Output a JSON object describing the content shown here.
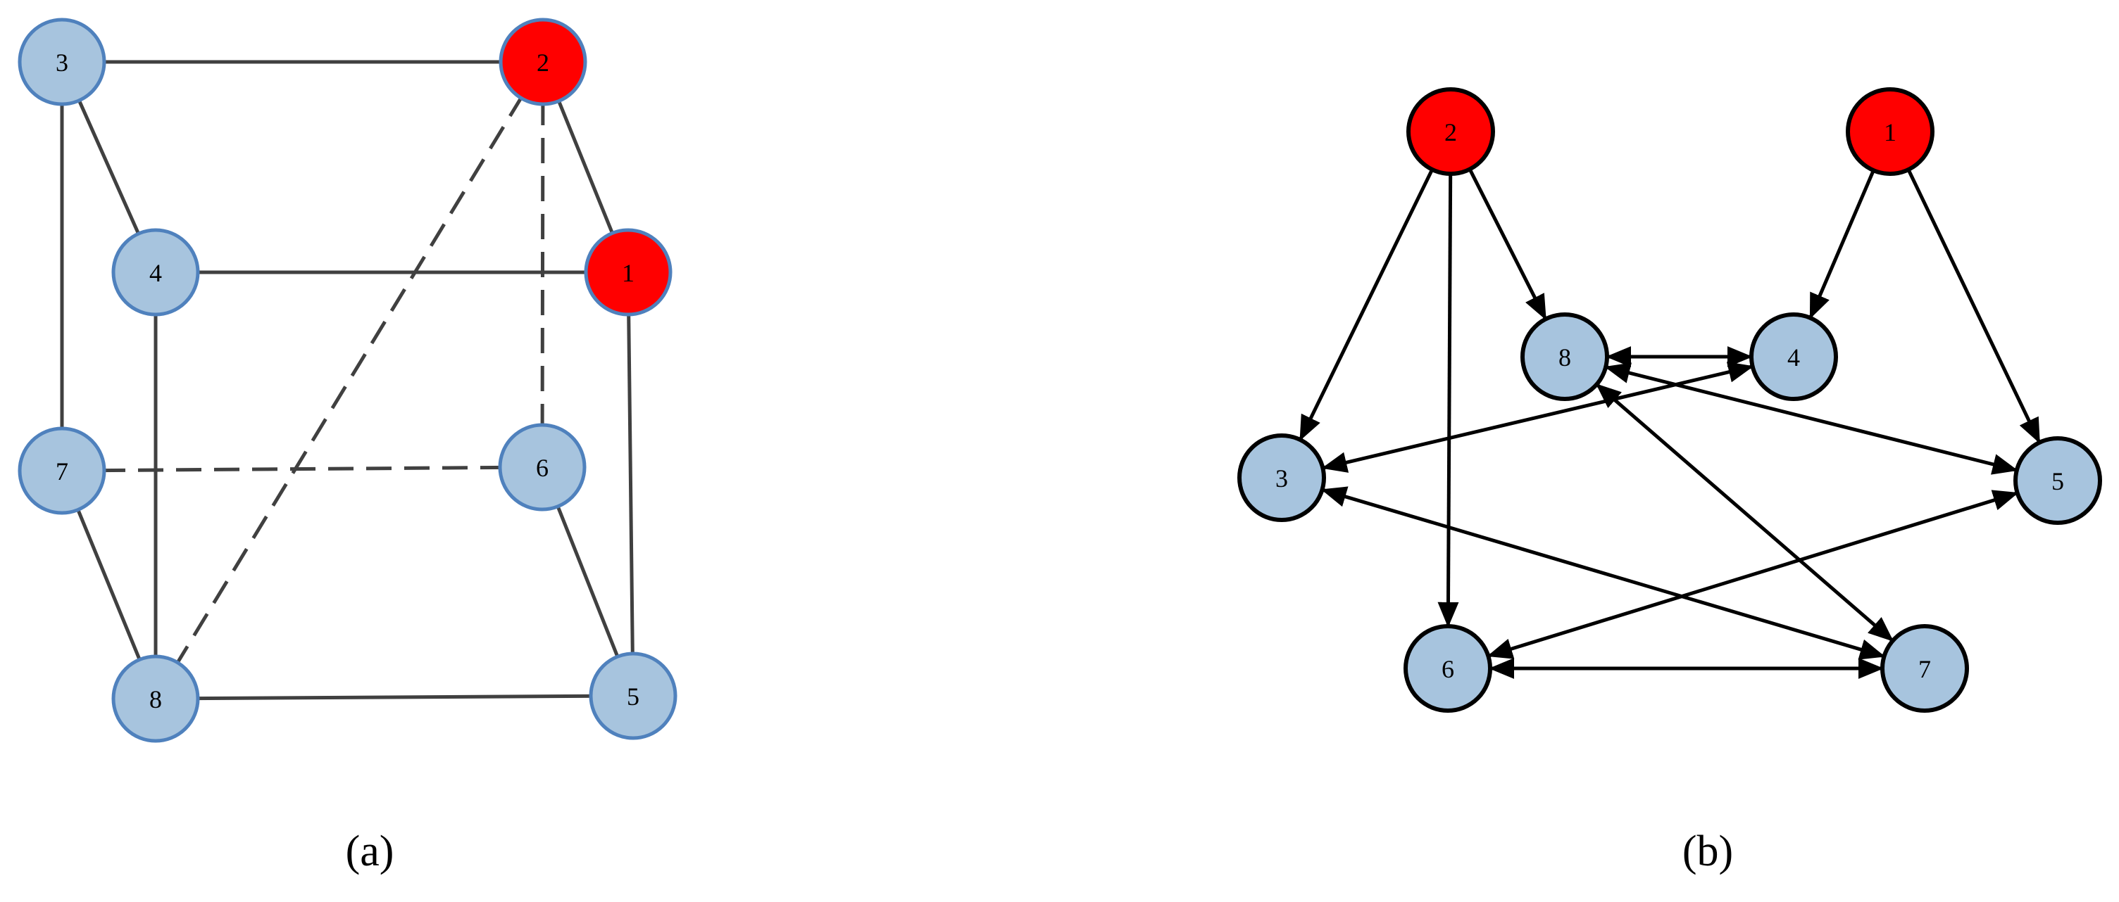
{
  "diagram_a": {
    "caption": "(a)",
    "nodes": [
      {
        "id": "3",
        "label": "3",
        "color": "#a7c4de",
        "stroke": "#4f81bd"
      },
      {
        "id": "2",
        "label": "2",
        "color": "#ff0000",
        "stroke": "#4f81bd"
      },
      {
        "id": "4",
        "label": "4",
        "color": "#a7c4de",
        "stroke": "#4f81bd"
      },
      {
        "id": "1",
        "label": "1",
        "color": "#ff0000",
        "stroke": "#4f81bd"
      },
      {
        "id": "7",
        "label": "7",
        "color": "#a7c4de",
        "stroke": "#4f81bd"
      },
      {
        "id": "6",
        "label": "6",
        "color": "#a7c4de",
        "stroke": "#4f81bd"
      },
      {
        "id": "8",
        "label": "8",
        "color": "#a7c4de",
        "stroke": "#4f81bd"
      },
      {
        "id": "5",
        "label": "5",
        "color": "#a7c4de",
        "stroke": "#4f81bd"
      }
    ],
    "edges": [
      {
        "from": "3",
        "to": "2",
        "style": "solid"
      },
      {
        "from": "3",
        "to": "4",
        "style": "solid"
      },
      {
        "from": "3",
        "to": "7",
        "style": "solid"
      },
      {
        "from": "2",
        "to": "1",
        "style": "solid"
      },
      {
        "from": "4",
        "to": "1",
        "style": "solid"
      },
      {
        "from": "4",
        "to": "8",
        "style": "solid"
      },
      {
        "from": "1",
        "to": "5",
        "style": "solid"
      },
      {
        "from": "7",
        "to": "8",
        "style": "solid"
      },
      {
        "from": "6",
        "to": "5",
        "style": "solid"
      },
      {
        "from": "8",
        "to": "5",
        "style": "solid"
      },
      {
        "from": "2",
        "to": "6",
        "style": "dashed"
      },
      {
        "from": "2",
        "to": "8",
        "style": "dashed"
      },
      {
        "from": "7",
        "to": "6",
        "style": "dashed"
      }
    ]
  },
  "diagram_b": {
    "caption": "(b)",
    "nodes": [
      {
        "id": "2",
        "label": "2",
        "color": "#ff0000",
        "stroke": "#000000"
      },
      {
        "id": "1",
        "label": "1",
        "color": "#ff0000",
        "stroke": "#000000"
      },
      {
        "id": "8",
        "label": "8",
        "color": "#a7c4de",
        "stroke": "#000000"
      },
      {
        "id": "4",
        "label": "4",
        "color": "#a7c4de",
        "stroke": "#000000"
      },
      {
        "id": "3",
        "label": "3",
        "color": "#a7c4de",
        "stroke": "#000000"
      },
      {
        "id": "5",
        "label": "5",
        "color": "#a7c4de",
        "stroke": "#000000"
      },
      {
        "id": "6",
        "label": "6",
        "color": "#a7c4de",
        "stroke": "#000000"
      },
      {
        "id": "7",
        "label": "7",
        "color": "#a7c4de",
        "stroke": "#000000"
      }
    ],
    "edges": [
      {
        "from": "2",
        "to": "3",
        "direction": "forward"
      },
      {
        "from": "2",
        "to": "6",
        "direction": "forward"
      },
      {
        "from": "2",
        "to": "8",
        "direction": "forward"
      },
      {
        "from": "1",
        "to": "4",
        "direction": "forward"
      },
      {
        "from": "1",
        "to": "5",
        "direction": "forward"
      },
      {
        "from": "8",
        "to": "4",
        "direction": "both"
      },
      {
        "from": "8",
        "to": "5",
        "direction": "both"
      },
      {
        "from": "8",
        "to": "7",
        "direction": "both"
      },
      {
        "from": "4",
        "to": "3",
        "direction": "both"
      },
      {
        "from": "3",
        "to": "7",
        "direction": "both"
      },
      {
        "from": "5",
        "to": "6",
        "direction": "both"
      },
      {
        "from": "6",
        "to": "7",
        "direction": "both"
      }
    ]
  }
}
